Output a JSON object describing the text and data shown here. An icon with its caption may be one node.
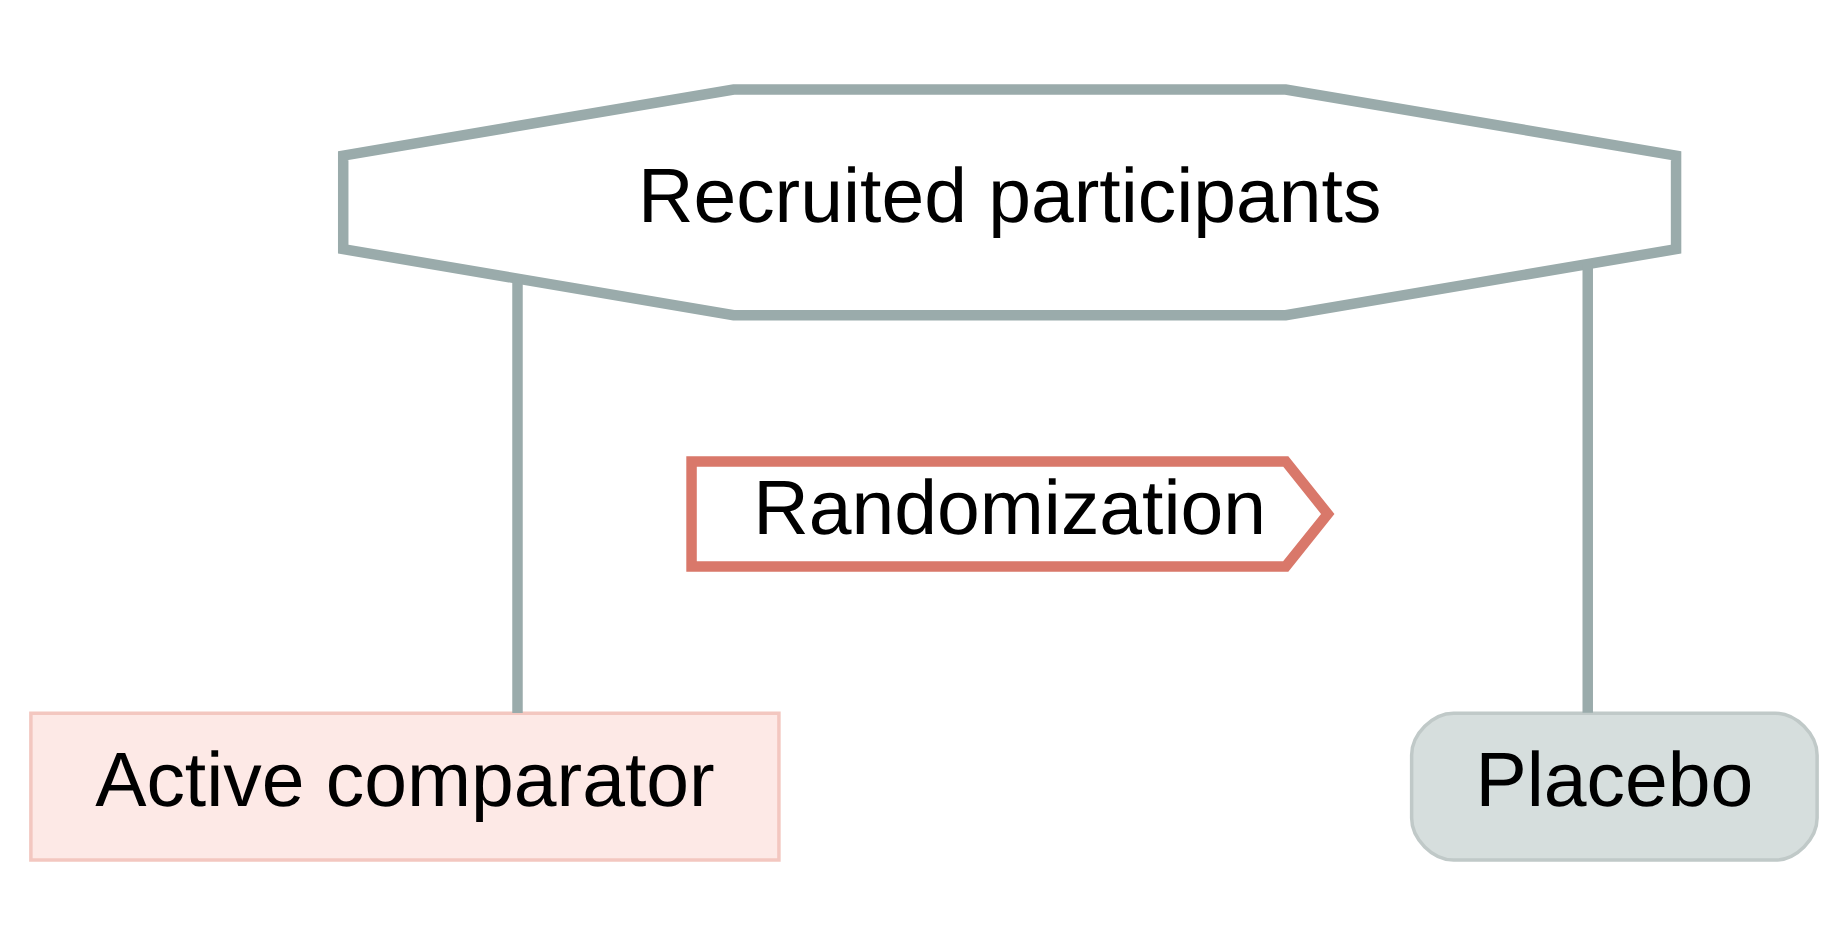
{
  "diagram": {
    "nodes": [
      {
        "text": [
          "Recruited participants"
        ]
      },
      {
        "text": [
          "Randomization"
        ]
      },
      {
        "text": [
          "Active comparator"
        ]
      },
      {
        "text": [
          "Placebo"
        ]
      }
    ],
    "edges": [
      {
        "from": 0,
        "to": 2,
        "arrow": "none"
      },
      {
        "from": 0,
        "to": 3,
        "arrow": "none"
      }
    ]
  }
}
